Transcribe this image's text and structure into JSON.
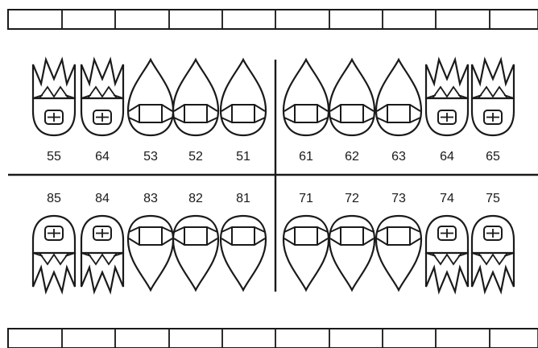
{
  "upper_row": {
    "numbers": [
      "55",
      "64",
      "53",
      "52",
      "51",
      "61",
      "62",
      "63",
      "64",
      "65"
    ],
    "types": [
      "molar",
      "molar",
      "incisor",
      "incisor",
      "incisor",
      "incisor",
      "incisor",
      "incisor",
      "molar",
      "molar"
    ]
  },
  "lower_row": {
    "numbers": [
      "85",
      "84",
      "83",
      "82",
      "81",
      "71",
      "72",
      "73",
      "74",
      "75"
    ],
    "types": [
      "molar",
      "molar",
      "incisor",
      "incisor",
      "incisor",
      "incisor",
      "incisor",
      "incisor",
      "molar",
      "molar"
    ]
  },
  "chart_boxes": {
    "top_cells": [
      "",
      "",
      "",
      "",
      "",
      "",
      "",
      "",
      "",
      ""
    ],
    "bottom_cells": [
      "",
      "",
      "",
      "",
      "",
      "",
      "",
      "",
      "",
      ""
    ]
  },
  "colors": {
    "stroke": "#1a1a1a",
    "background": "#ffffff"
  }
}
